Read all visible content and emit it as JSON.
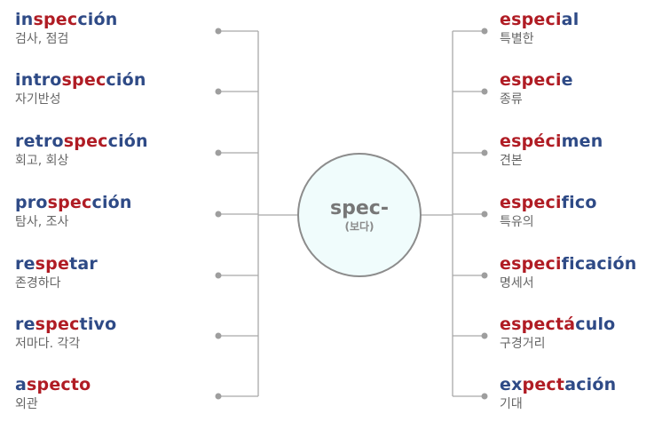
{
  "root": {
    "text": "spec-",
    "sub": "(보다)"
  },
  "colors": {
    "blue": "#2e4a86",
    "red": "#b01c24",
    "line": "#a9a9a9",
    "dot": "#9e9e9e",
    "circle_fill": "#f0fcfc",
    "circle_stroke": "#8c8c8c"
  },
  "left": [
    {
      "word": [
        [
          "in",
          "blue"
        ],
        [
          "spec",
          "red"
        ],
        [
          "ción",
          "blue"
        ]
      ],
      "meaning": "검사, 점검"
    },
    {
      "word": [
        [
          "intro",
          "blue"
        ],
        [
          "spec",
          "red"
        ],
        [
          "ción",
          "blue"
        ]
      ],
      "meaning": "자기반성"
    },
    {
      "word": [
        [
          "retro",
          "blue"
        ],
        [
          "spec",
          "red"
        ],
        [
          "ción",
          "blue"
        ]
      ],
      "meaning": "회고, 회상"
    },
    {
      "word": [
        [
          "pro",
          "blue"
        ],
        [
          "spec",
          "red"
        ],
        [
          "ción",
          "blue"
        ]
      ],
      "meaning": "탐사, 조사"
    },
    {
      "word": [
        [
          "re",
          "blue"
        ],
        [
          "spe",
          "red"
        ],
        [
          "tar",
          "blue"
        ]
      ],
      "meaning": "존경하다"
    },
    {
      "word": [
        [
          "re",
          "blue"
        ],
        [
          "spec",
          "red"
        ],
        [
          "tivo",
          "blue"
        ]
      ],
      "meaning": "저마다. 각각"
    },
    {
      "word": [
        [
          "a",
          "blue"
        ],
        [
          "specto",
          "red"
        ]
      ],
      "meaning": "외관"
    }
  ],
  "right": [
    {
      "word": [
        [
          "especi",
          "red"
        ],
        [
          "al",
          "blue"
        ]
      ],
      "meaning": "특별한"
    },
    {
      "word": [
        [
          "especi",
          "red"
        ],
        [
          "e",
          "blue"
        ]
      ],
      "meaning": "종류"
    },
    {
      "word": [
        [
          "espéci",
          "red"
        ],
        [
          "men",
          "blue"
        ]
      ],
      "meaning": "견본"
    },
    {
      "word": [
        [
          "especi",
          "red"
        ],
        [
          "fico",
          "blue"
        ]
      ],
      "meaning": "특유의"
    },
    {
      "word": [
        [
          "especi",
          "red"
        ],
        [
          "ficación",
          "blue"
        ]
      ],
      "meaning": "명세서"
    },
    {
      "word": [
        [
          "espect",
          "red"
        ],
        [
          "á",
          "red"
        ],
        [
          "culo",
          "blue"
        ]
      ],
      "meaning": "구경거리"
    },
    {
      "word": [
        [
          "ex",
          "blue"
        ],
        [
          "pect",
          "red"
        ],
        [
          "ación",
          "blue"
        ]
      ],
      "meaning": "기대"
    }
  ]
}
